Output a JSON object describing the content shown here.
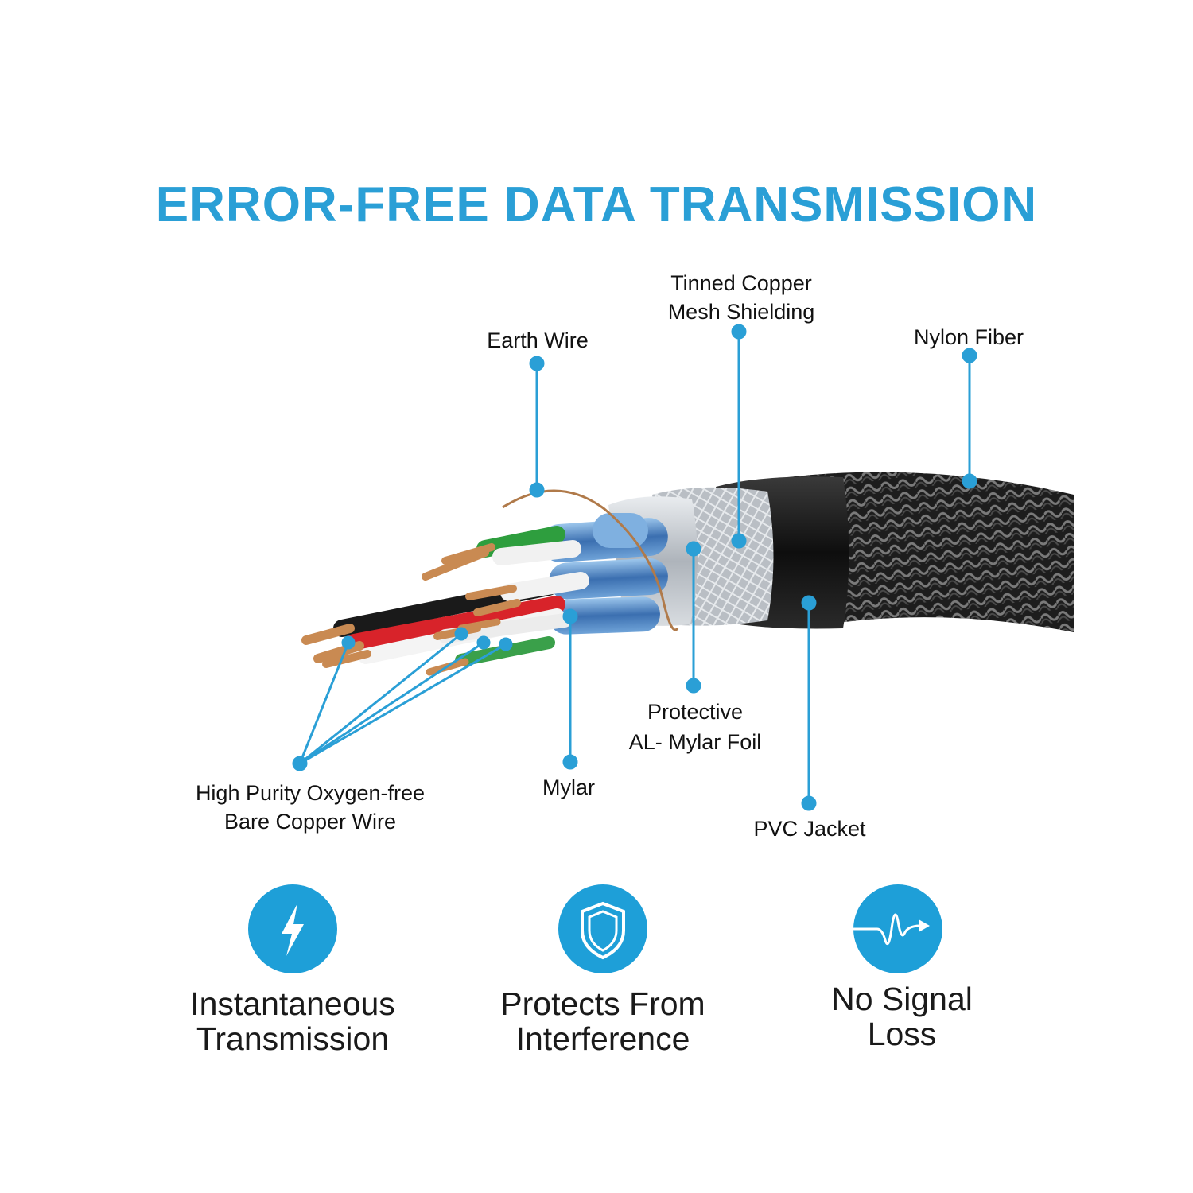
{
  "title": "ERROR-FREE DATA TRANSMISSION",
  "colors": {
    "accent": "#2a9fd6",
    "icon_bg": "#1e9fd8",
    "cable_dark": "#1b1b1b",
    "copper": "#c98a52",
    "foil": "#c4cad1",
    "mylar_blue": "#3b6fb0"
  },
  "labels": {
    "tinned_copper": [
      "Tinned Copper",
      "Mesh Shielding"
    ],
    "earth_wire": [
      "Earth Wire"
    ],
    "nylon_fiber": [
      "Nylon Fiber"
    ],
    "protective_foil": [
      "Protective",
      "AL- Mylar Foil"
    ],
    "mylar": [
      "Mylar"
    ],
    "pvc_jacket": [
      "PVC Jacket"
    ],
    "copper_wire": [
      "High Purity Oxygen-free",
      "Bare Copper Wire"
    ]
  },
  "features": [
    {
      "icon": "lightning-bolt-icon",
      "lines": [
        "Instantaneous",
        "Transmission"
      ]
    },
    {
      "icon": "shield-icon",
      "lines": [
        "Protects From",
        "Interference"
      ]
    },
    {
      "icon": "signal-wave-icon",
      "lines": [
        "No Signal",
        "Loss"
      ]
    }
  ]
}
